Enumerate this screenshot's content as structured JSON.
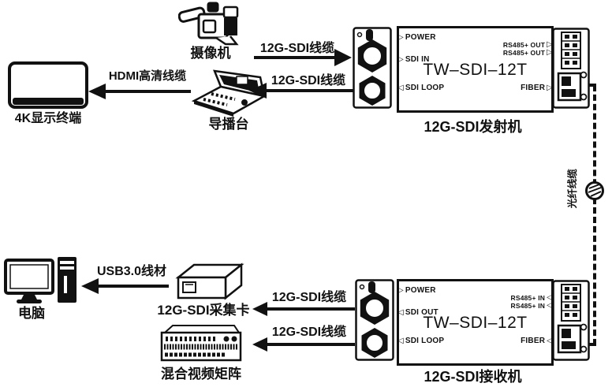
{
  "icons": {
    "tri_right": "▷",
    "tri_left": "◁"
  },
  "colors": {
    "ink": "#111111",
    "bg": "#ffffff"
  },
  "top": {
    "camera_label": "摄像机",
    "display_label": "4K显示终端",
    "console_label": "导播台",
    "hdmi_cable_label": "HDMI高清线缆",
    "sdi_cable_right_label": "12G-SDI线缆",
    "sdi_cable_left_label": "12G-SDI线缆"
  },
  "transmitter": {
    "model": "TW–SDI–12T",
    "caption": "12G-SDI发射机",
    "ports_left": [
      {
        "arrow": "▷",
        "label": "POWER"
      },
      {
        "arrow": "▷",
        "label": "SDI IN"
      },
      {
        "arrow": "◁",
        "label": "SDI LOOP"
      }
    ],
    "ports_right": [
      {
        "label": "RS485+ OUT",
        "arrow": "▷"
      },
      {
        "label": "RS485+ OUT",
        "arrow": "▷"
      },
      {
        "label": "FIBER",
        "arrow": "▷"
      }
    ]
  },
  "fiber": {
    "label": "光纤线缆"
  },
  "receiver": {
    "model": "TW–SDI–12T",
    "caption": "12G-SDI接收机",
    "ports_left": [
      {
        "arrow": "▷",
        "label": "POWER"
      },
      {
        "arrow": "◁",
        "label": "SDI OUT"
      },
      {
        "arrow": "◁",
        "label": "SDI LOOP"
      }
    ],
    "ports_right": [
      {
        "label": "RS485+ IN",
        "arrow": "◁"
      },
      {
        "label": "RS485+ IN",
        "arrow": "◁"
      },
      {
        "label": "FIBER",
        "arrow": "◁"
      }
    ]
  },
  "bottom": {
    "pc_label": "电脑",
    "usb_cable_label": "USB3.0线材",
    "capture_card_label": "12G-SDI采集卡",
    "matrix_label": "混合视频矩阵",
    "sdi_cable_card_label": "12G-SDI线缆",
    "sdi_cable_matrix_label": "12G-SDI线缆"
  }
}
